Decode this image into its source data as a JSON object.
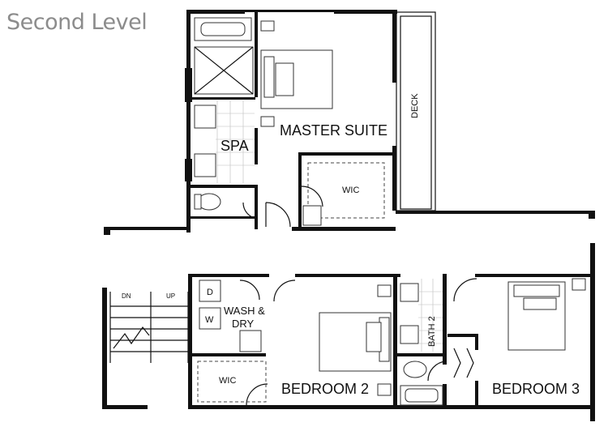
{
  "title": "Second Level",
  "rooms": {
    "master_suite": "MASTER SUITE",
    "spa": "SPA",
    "deck": "DECK",
    "wic_master": "WIC",
    "bedroom_2": "BEDROOM 2",
    "bedroom_3": "BEDROOM 3",
    "bath_2": "BATH 2",
    "wash_dry": "WASH &",
    "wash_dry_2": "DRY",
    "wic_bed2": "WIC"
  },
  "stairs": {
    "down": "DN",
    "up": "UP"
  },
  "appliances": {
    "dryer": "D",
    "washer": "W"
  }
}
